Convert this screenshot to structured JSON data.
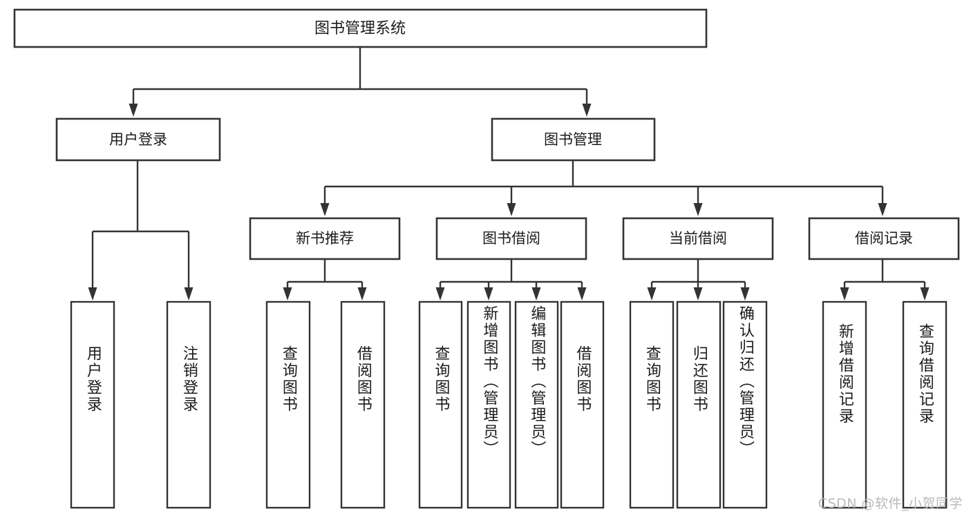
{
  "diagram": {
    "title": "图书管理系统",
    "type": "tree-hierarchy-diagram",
    "colors": {
      "stroke": "#333333",
      "fill": "#ffffff",
      "text": "#1b1b1b",
      "watermark": "#b9b9b9",
      "background": "#ffffff"
    },
    "root": {
      "label": "图书管理系统"
    },
    "level1": [
      {
        "label": "用户登录"
      },
      {
        "label": "图书管理"
      }
    ],
    "level2": [
      {
        "label": "新书推荐"
      },
      {
        "label": "图书借阅"
      },
      {
        "label": "当前借阅"
      },
      {
        "label": "借阅记录"
      }
    ],
    "leaves": {
      "user_login": [
        {
          "label": "用户登录"
        },
        {
          "label": "注销登录"
        }
      ],
      "new_book_recommend": [
        {
          "label": "查询图书"
        },
        {
          "label": "借阅图书"
        }
      ],
      "book_borrow": [
        {
          "label": "查询图书"
        },
        {
          "label": "新增图书（管理员）"
        },
        {
          "label": "编辑图书（管理员）"
        },
        {
          "label": "借阅图书"
        }
      ],
      "current_borrow": [
        {
          "label": "查询图书"
        },
        {
          "label": "归还图书"
        },
        {
          "label": "确认归还（管理员）"
        }
      ],
      "borrow_record": [
        {
          "label": "新增借阅记录"
        },
        {
          "label": "查询借阅记录"
        }
      ]
    },
    "watermark": "CSDN @软件_小贺同学"
  }
}
